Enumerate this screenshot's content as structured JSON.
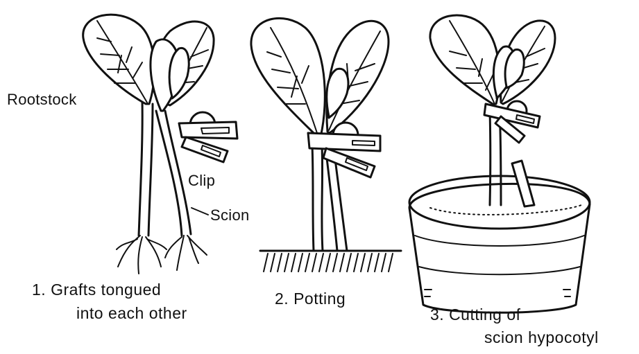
{
  "labels": {
    "rootstock": "Rootstock",
    "clip": "Clip",
    "scion": "Scion"
  },
  "captions": {
    "step1_line1": "1. Grafts tongued",
    "step1_line2": "into each other",
    "step2": "2. Potting",
    "step3_line1": "3. Cutting of",
    "step3_line2": "scion hypocotyl"
  }
}
